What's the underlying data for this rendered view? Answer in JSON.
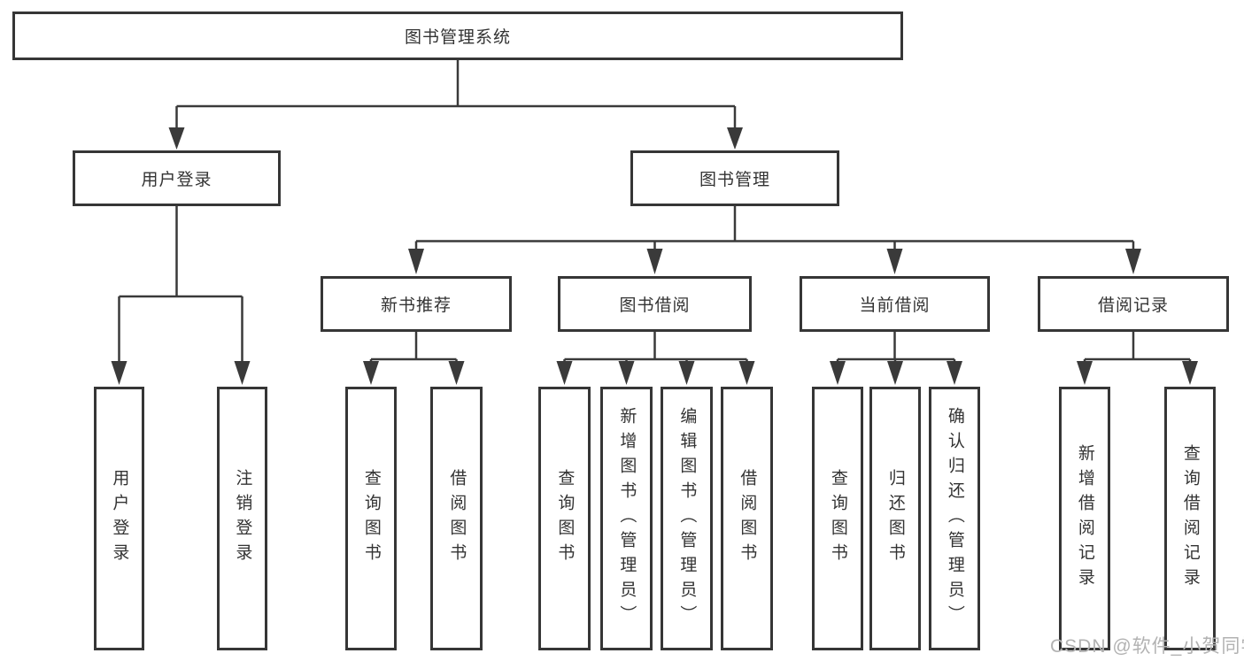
{
  "tree": {
    "root": "图书管理系统",
    "user_login": {
      "label": "用户登录",
      "leaves": [
        "用户登录",
        "注销登录"
      ]
    },
    "book_mgmt": {
      "label": "图书管理",
      "sections": {
        "new_books": {
          "label": "新书推荐",
          "leaves": [
            "查询图书",
            "借阅图书"
          ]
        },
        "borrowing": {
          "label": "图书借阅",
          "leaves": [
            "查询图书",
            "新增图书（管理员）",
            "编辑图书（管理员）",
            "借阅图书"
          ]
        },
        "current": {
          "label": "当前借阅",
          "leaves": [
            "查询图书",
            "归还图书",
            "确认归还（管理员）"
          ]
        },
        "records": {
          "label": "借阅记录",
          "leaves": [
            "新增借阅记录",
            "查询借阅记录"
          ]
        }
      }
    }
  },
  "watermark": "CSDN @软件_小贺同学",
  "colors": {
    "line": "#3a3a3a",
    "border": "#363636",
    "text": "#333333",
    "watermark": "#b2b2b2",
    "background": "#ffffff"
  }
}
